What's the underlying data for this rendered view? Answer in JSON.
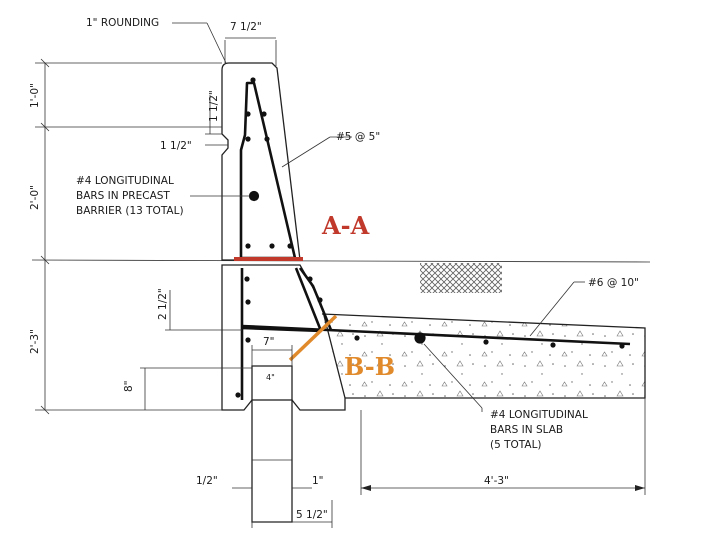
{
  "labels": {
    "rounding": "1\" ROUNDING",
    "top_width": "7 1/2\"",
    "dim_1_0": "1'-0\"",
    "dim_2_0": "2'-0\"",
    "dim_2_3": "2'-3\"",
    "dim_1_5_v": "1 1/2\"",
    "dim_1_5_h": "1 1/2\"",
    "stirrup": "#5 @ 5\"",
    "long_bars_precast": [
      "#4 LONGITUDINAL",
      "BARS IN PRECAST",
      "BARRIER (13 TOTAL)"
    ],
    "section_a": "A-A",
    "section_b": "B-B",
    "slab_bar": "#6 @ 10\"",
    "dim_2_5": "2 1/2\"",
    "dim_7": "7\"",
    "dim_8": "8\"",
    "dim_4in": "4\"",
    "long_bars_slab": [
      "#4 LONGITUDINAL",
      "BARS IN SLAB",
      "(5 TOTAL)"
    ],
    "dim_half": "1/2\"",
    "dim_1": "1\"",
    "dim_4_3": "4'-3\"",
    "dim_5_5": "5 1/2\""
  },
  "colors": {
    "section_a": "#c0392b",
    "section_b": "#e08a2c",
    "line": "#222222"
  }
}
